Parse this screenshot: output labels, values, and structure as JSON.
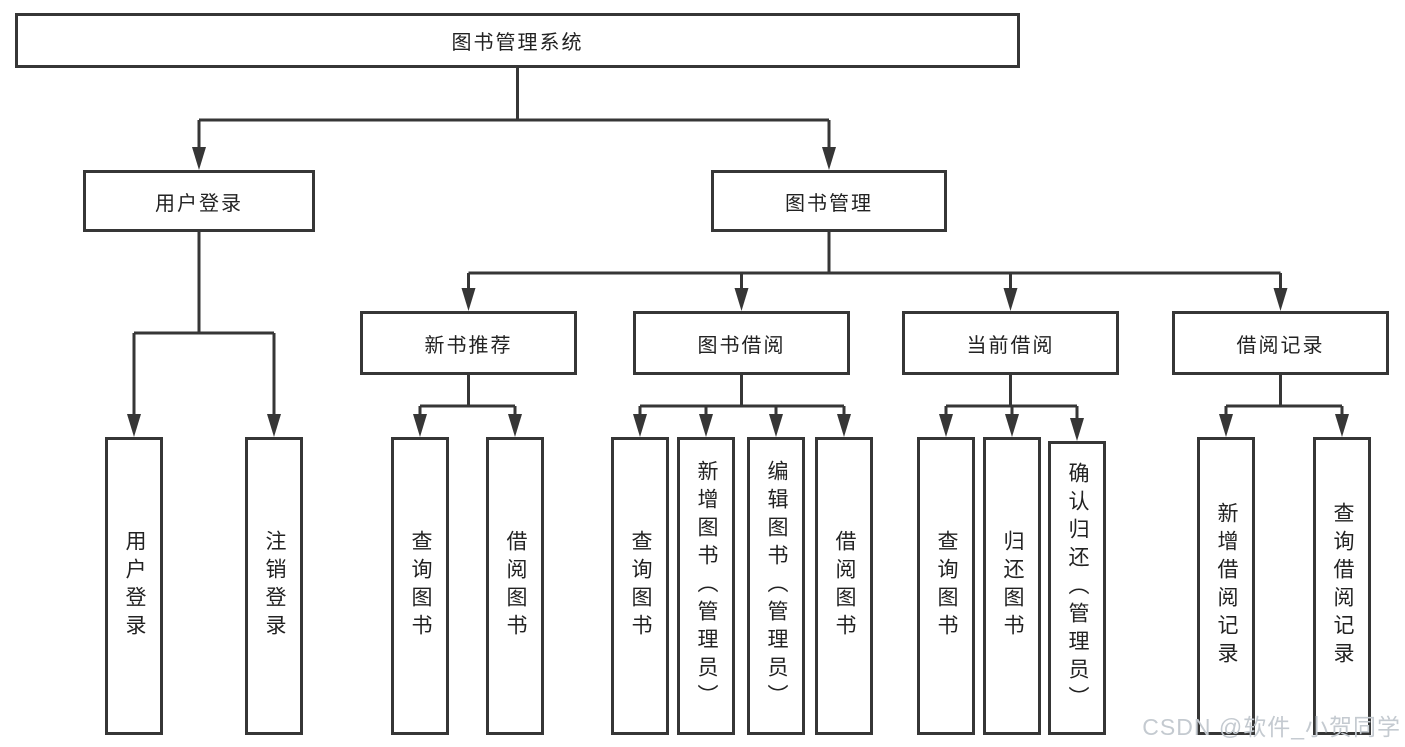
{
  "diagram": {
    "root": {
      "label": "图书管理系统"
    },
    "branches": [
      {
        "label": "用户登录",
        "children": [
          {
            "label": "用户登录"
          },
          {
            "label": "注销登录"
          }
        ]
      },
      {
        "label": "图书管理",
        "children": [
          {
            "label": "新书推荐",
            "children": [
              {
                "label": "查询图书"
              },
              {
                "label": "借阅图书"
              }
            ]
          },
          {
            "label": "图书借阅",
            "children": [
              {
                "label": "查询图书"
              },
              {
                "label": "新增图书（管理员）"
              },
              {
                "label": "编辑图书（管理员）"
              },
              {
                "label": "借阅图书"
              }
            ]
          },
          {
            "label": "当前借阅",
            "children": [
              {
                "label": "查询图书"
              },
              {
                "label": "归还图书"
              },
              {
                "label": "确认归还（管理员）"
              }
            ]
          },
          {
            "label": "借阅记录",
            "children": [
              {
                "label": "新增借阅记录"
              },
              {
                "label": "查询借阅记录"
              }
            ]
          }
        ]
      }
    ]
  },
  "watermark": {
    "text": "CSDN @软件_小贺同学"
  },
  "colors": {
    "line": "#363636",
    "box_border": "#363636",
    "text": "#222222",
    "watermark": "#c4cad0",
    "background": "#ffffff"
  }
}
